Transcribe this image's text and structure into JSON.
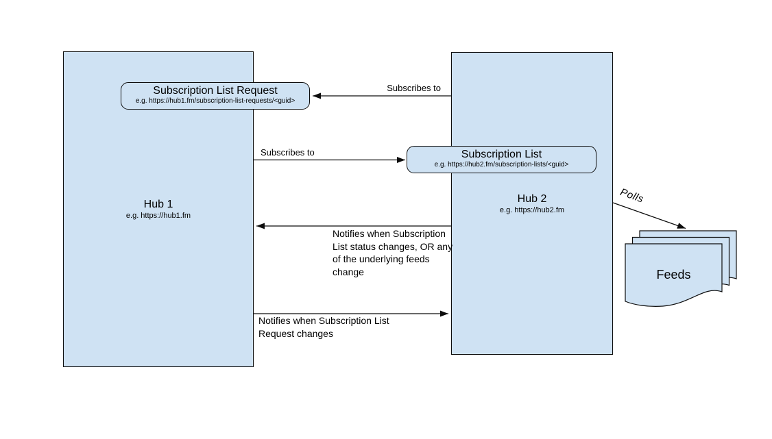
{
  "hub1": {
    "title": "Hub 1",
    "subtitle": "e.g. https://hub1.fm"
  },
  "hub2": {
    "title": "Hub 2",
    "subtitle": "e.g. https://hub2.fm"
  },
  "subscription_list_request": {
    "title": "Subscription List Request",
    "subtitle": "e.g. https://hub1.fm/subscription-list-requests/<guid>"
  },
  "subscription_list": {
    "title": "Subscription List",
    "subtitle": "e.g. https://hub2.fm/subscription-lists/<guid>"
  },
  "feeds": {
    "title": "Feeds"
  },
  "arrows": {
    "subscribes_to_request": {
      "label": "Subscribes to",
      "from": "hub2",
      "to": "subscription_list_request"
    },
    "subscribes_to_list": {
      "label": "Subscribes to",
      "from": "hub1",
      "to": "subscription_list"
    },
    "notify_status": {
      "label": "Notifies when Subscription List status changes, OR any of the underlying feeds change",
      "from": "hub2",
      "to": "hub1"
    },
    "notify_request": {
      "label": "Notifies when Subscription List Request changes",
      "from": "hub1",
      "to": "hub2"
    },
    "polls": {
      "label": "Polls",
      "from": "hub2",
      "to": "feeds"
    }
  },
  "colors": {
    "shape_fill": "#cfe2f3",
    "shape_stroke": "#0d0d0d",
    "text": "#000000",
    "background": "#ffffff"
  }
}
